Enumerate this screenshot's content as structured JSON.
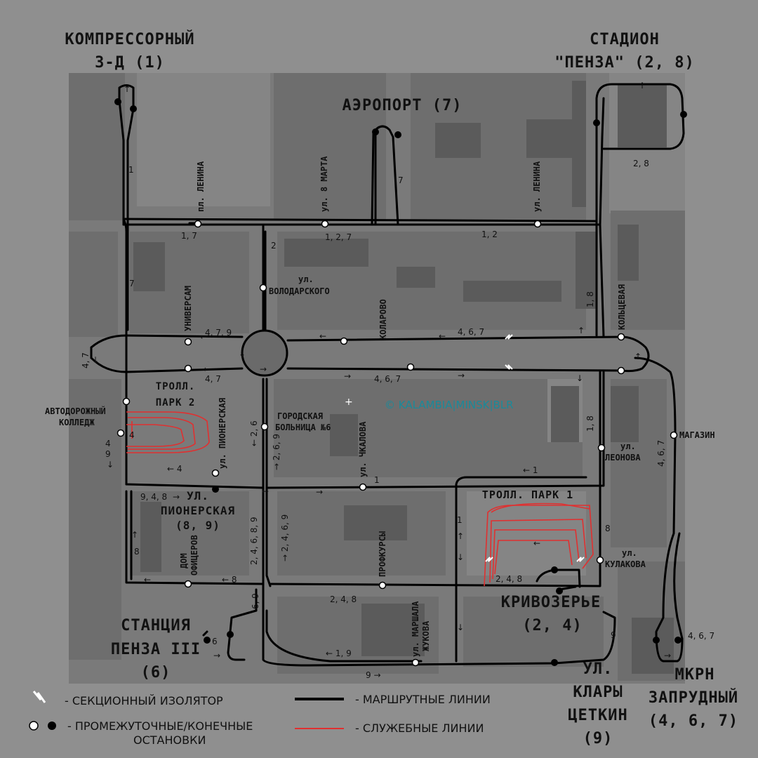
{
  "terminals": {
    "kompressorny": [
      "КОМПРЕССОРНЫЙ",
      "З-Д (1)"
    ],
    "stadion": [
      "СТАДИОН",
      "\"ПЕНЗА\" (2, 8)"
    ],
    "aeroport": "АЭРОПОРТ (7)",
    "krivozerye": [
      "КРИВОЗЕРЬЕ",
      "(2, 4)"
    ],
    "stantsiya": [
      "СТАНЦИЯ",
      "ПЕНЗА III",
      "(6)"
    ],
    "klary": [
      "УЛ.",
      "КЛАРЫ",
      "ЦЕТКИН",
      "(9)"
    ],
    "zaprudny": [
      "МКРН",
      "ЗАПРУДНЫЙ",
      "(4, 6, 7)"
    ]
  },
  "stops": {
    "pl_lenina": "пл. ЛЕНИНА",
    "ul_8_marta": "ул. 8 МАРТА",
    "ul_lenina": "ул. ЛЕНИНА",
    "volodarskogo": [
      "ул.",
      "ВОЛОДАРСКОГО"
    ],
    "universam": "УНИВЕРСАМ",
    "kolarovo": "КОЛАРОВО",
    "koltsevaya": "КОЛЬЦЕВАЯ",
    "avtodor": [
      "АВТОДОРОЖНЫЙ",
      "КОЛЛЕДЖ"
    ],
    "troll_park_2": [
      "ТРОЛЛ.",
      "ПАРК 2"
    ],
    "ul_pionerskaya_v": "ул. ПИОНЕРСКАЯ",
    "gor_bolnitsa": [
      "ГОРОДСКАЯ",
      "БОЛЬНИЦА №6"
    ],
    "ul_chkalova": "ул. ЧКАЛОВА",
    "magazin": "МАГАЗИН",
    "ul_leonova": [
      "ул.",
      "ЛЕОНОВА"
    ],
    "ul_pionerskaya_t": [
      "УЛ.",
      "ПИОНЕРСКАЯ",
      "(8, 9)"
    ],
    "dom_ofitserov": [
      "ДОМ",
      "ОФИЦЕРОВ"
    ],
    "profkursy": "ПРОФКУРСЫ",
    "troll_park_1": "ТРОЛЛ. ПАРК 1",
    "ul_kulakova": [
      "ул.",
      "КУЛАКОВА"
    ],
    "ul_marshala": [
      "ул. МАРШАЛА",
      "ЖУКОВА"
    ]
  },
  "route_labels": {
    "r1_top": "1",
    "r1_7_a": "1, 7",
    "r127": "1, 2, 7",
    "r12": "1, 2",
    "r7_air": "7",
    "r28": "2, 8",
    "r2": "2",
    "r7_left": "7",
    "r18_a": "1, 8",
    "r479": "4, 7, 9",
    "r467_a": "4, 6, 7",
    "r47_b": "4, 7",
    "r467_b": "4, 6, 7",
    "r47_left": "4, 7",
    "r4_park": "4",
    "r49": "4\n9",
    "r26": "← 2, 6",
    "r269": "→ 2, 6, 9",
    "r4_left": "← 4",
    "r1_mid": "1",
    "r1_right": "← 1",
    "r18_b": "1, 8",
    "r467_right": "4, 6, 7",
    "r948": "9, 4, 8",
    "r8_left": "8",
    "r8_bot": "← 8",
    "r2469_a": "2, 4, 6, 8, 9",
    "r2469_b": "→ 2, 4, 6, 9",
    "r248_a": "2, 4, 8",
    "r248_b": "2, 4, 8",
    "r8_right": "8",
    "r1_down": "1",
    "r69": "6, 9",
    "r6": "6",
    "r19": "← 1, 9",
    "r9_bot": "9 →",
    "r9_right": "9",
    "r467_zap": "4, 6, 7"
  },
  "watermark": "© KALAMBIA|MINSK|BLR",
  "legend": {
    "isolator": "- СЕКЦИОННЫЙ ИЗОЛЯТОР",
    "stops": [
      "- ПРОМЕЖУТОЧНЫЕ/КОНЕЧНЫЕ",
      "ОСТАНОВКИ"
    ],
    "route_lines": "- МАРШРУТНЫЕ ЛИНИИ",
    "service_lines": "- СЛУЖЕБНЫЕ ЛИНИИ"
  },
  "colors": {
    "route_line": "#000000",
    "service_line": "#e03030",
    "background": "#8f8f8f",
    "watermark": "#1a8a9a"
  }
}
